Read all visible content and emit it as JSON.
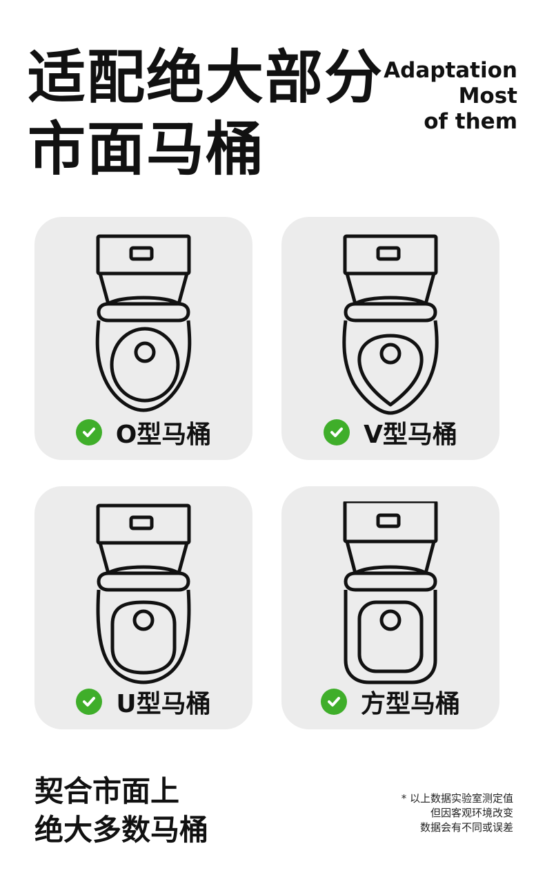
{
  "header": {
    "title_cn_line1": "适配绝大部分",
    "title_cn_line2": "市面马桶",
    "title_en_line1": "Adaptation",
    "title_en_line2": "Most",
    "title_en_line3": "of them"
  },
  "cards": [
    {
      "label": "O型马桶",
      "shape": "o-shape-toilet"
    },
    {
      "label": "V型马桶",
      "shape": "v-shape-toilet"
    },
    {
      "label": "U型马桶",
      "shape": "u-shape-toilet"
    },
    {
      "label": "方型马桶",
      "shape": "square-shape-toilet"
    }
  ],
  "footer": {
    "line1": "契合市面上",
    "line2": "绝大多数马桶",
    "note_line1": "* 以上数据实验室测定值",
    "note_line2": "但因客观环境改变",
    "note_line3": "数据会有不同或误差"
  },
  "colors": {
    "check_green": "#3fae2a",
    "card_bg": "#ececec",
    "text": "#111111"
  }
}
